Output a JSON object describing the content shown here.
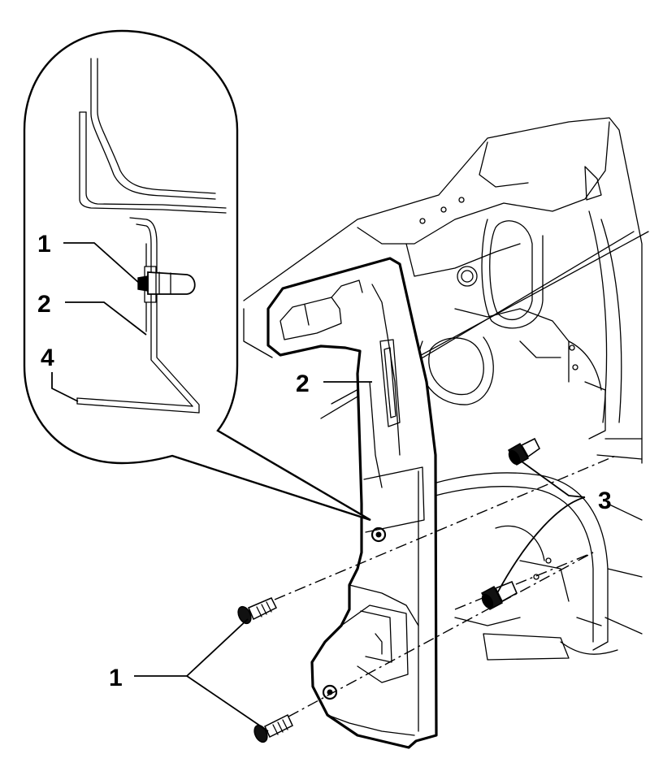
{
  "labels": {
    "detail_fastener": "1",
    "detail_panel": "2",
    "detail_body_flange": "4",
    "main_panel": "2",
    "clips": "3",
    "screws": "1"
  }
}
